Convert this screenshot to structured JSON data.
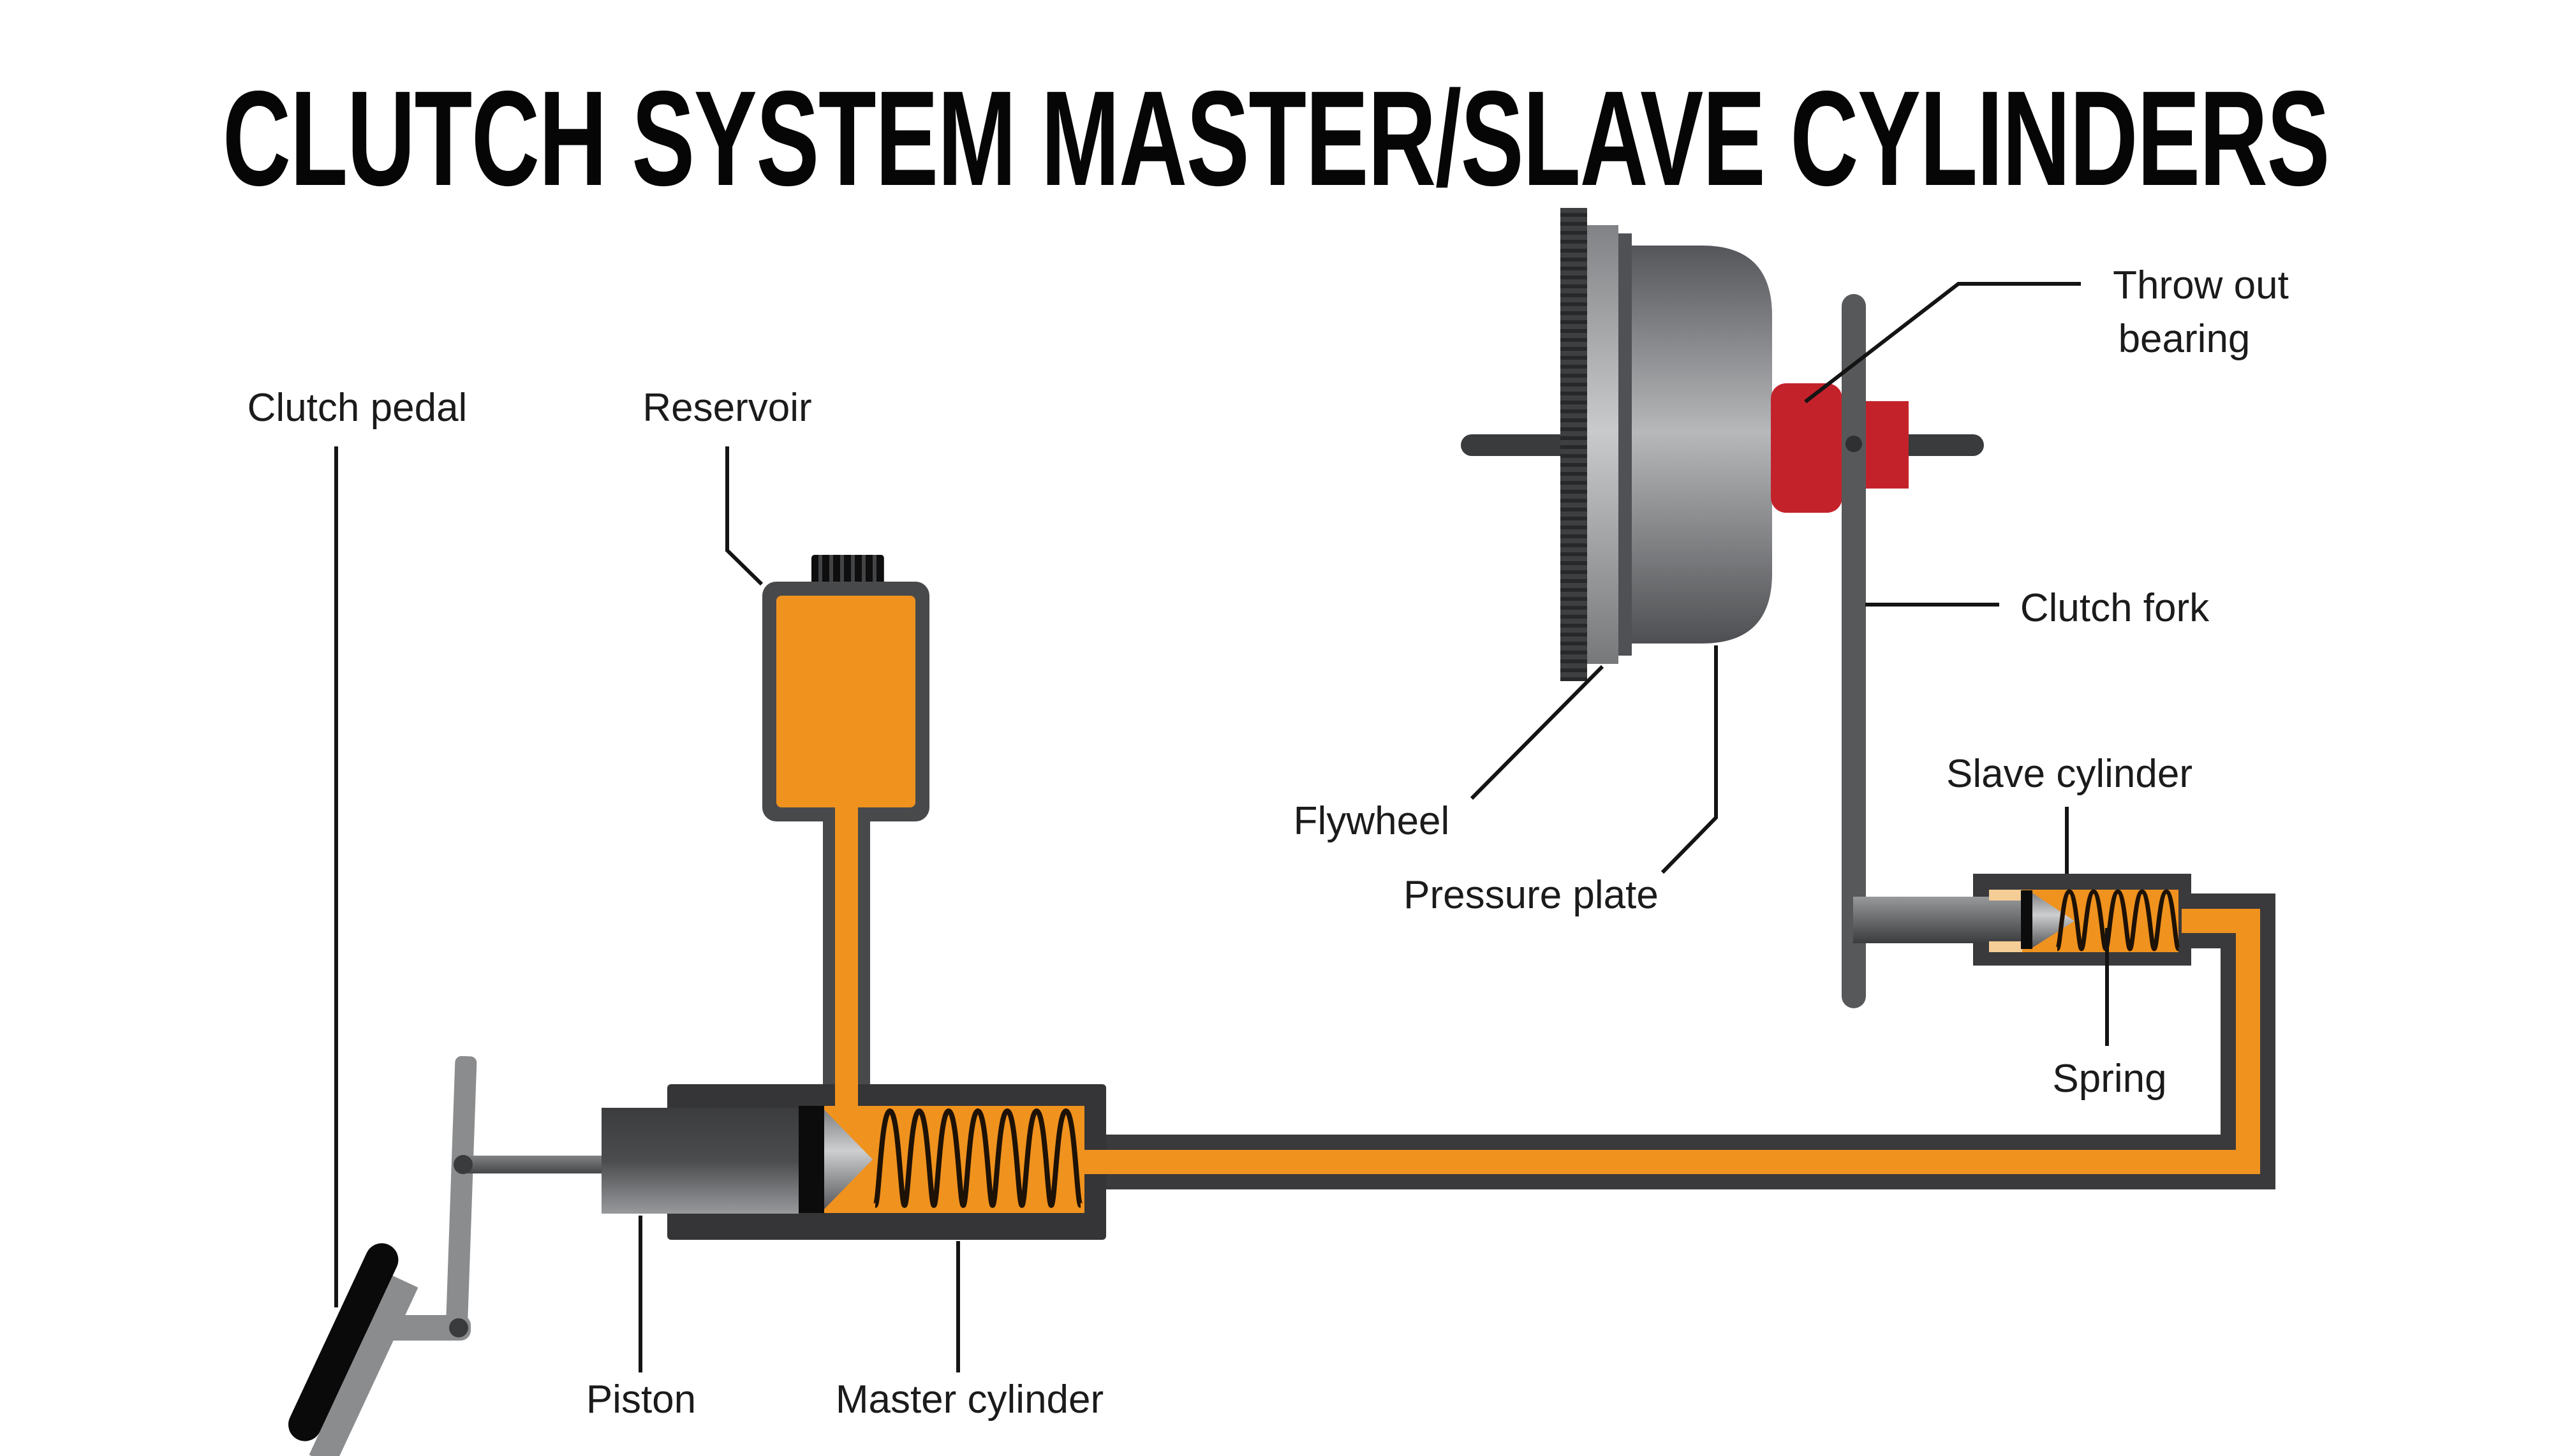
{
  "title": "CLUTCH SYSTEM MASTER/SLAVE CYLINDERS",
  "labels": {
    "clutch_pedal": "Clutch pedal",
    "reservoir": "Reservoir",
    "throw_out_bearing_line1": "Throw out",
    "throw_out_bearing_line2": "bearing",
    "clutch_fork": "Clutch fork",
    "flywheel": "Flywheel",
    "pressure_plate": "Pressure plate",
    "slave_cylinder": "Slave cylinder",
    "spring": "Spring",
    "piston": "Piston",
    "master_cylinder": "Master cylinder"
  },
  "colors": {
    "hydraulic_fluid_orange": "#F0921E",
    "cylinder_wall_tan": "#F5CD97",
    "housing_dark_gray": "#3A3A3C",
    "reservoir_border_gray": "#48494B",
    "throw_out_bearing_red": "#C4222B",
    "pedal_metal_gray": "#8A8C8E",
    "clutch_fork_gray": "#57585A",
    "label_text": "#1B1B1B"
  }
}
